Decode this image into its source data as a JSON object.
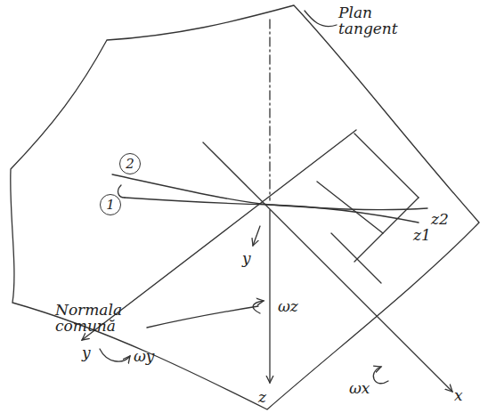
{
  "diagram": {
    "labels": [
      "Plan tangent",
      "2",
      "1",
      "z2",
      "z1",
      "y",
      "y",
      "ωy",
      "x",
      "ωx",
      "z",
      "ωz",
      "Normala comună"
    ]
  }
}
